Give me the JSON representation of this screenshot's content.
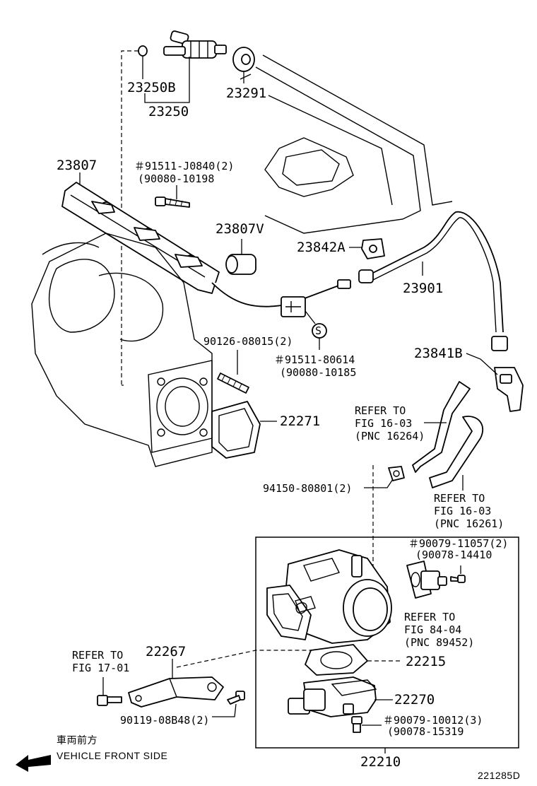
{
  "diagram": {
    "code": "221285D",
    "front_note_jp": "車両前方",
    "front_note_en": "VEHICLE FRONT SIDE",
    "labels": {
      "p23250B": "23250B",
      "p23250": "23250",
      "p23291": "23291",
      "p23807": "23807",
      "b91511J0840": "＃91511-J0840(2)",
      "b90080_10198": "(90080-10198",
      "p23807V": "23807V",
      "p23842A": "23842A",
      "p23901": "23901",
      "s90126": "90126-08015(2)",
      "b91511_80614": "＃91511-80614",
      "b90080_10185": "(90080-10185",
      "p23841B": "23841B",
      "p22271": "22271",
      "ref1_a": "REFER TO",
      "ref1_b": "FIG 16-03",
      "ref1_c": "(PNC 16264)",
      "n94150": "94150-80801(2)",
      "ref2_a": "REFER TO",
      "ref2_b": "FIG 16-03",
      "ref2_c": "(PNC 16261)",
      "b90079_11057": "＃90079-11057(2)",
      "b90078_14410": "(90078-14410",
      "ref3_a": "REFER TO",
      "ref3_b": "FIG 84-04",
      "ref3_c": "(PNC 89452)",
      "p22215": "22215",
      "ref4_a": "REFER TO",
      "ref4_b": "FIG 17-01",
      "p22267": "22267",
      "p22270": "22270",
      "b90119": "90119-08B48(2)",
      "b90079_10012": "＃90079-10012(3)",
      "b90078_15319": "(90078-15319",
      "p22210": "22210",
      "s_mark": "S"
    }
  }
}
